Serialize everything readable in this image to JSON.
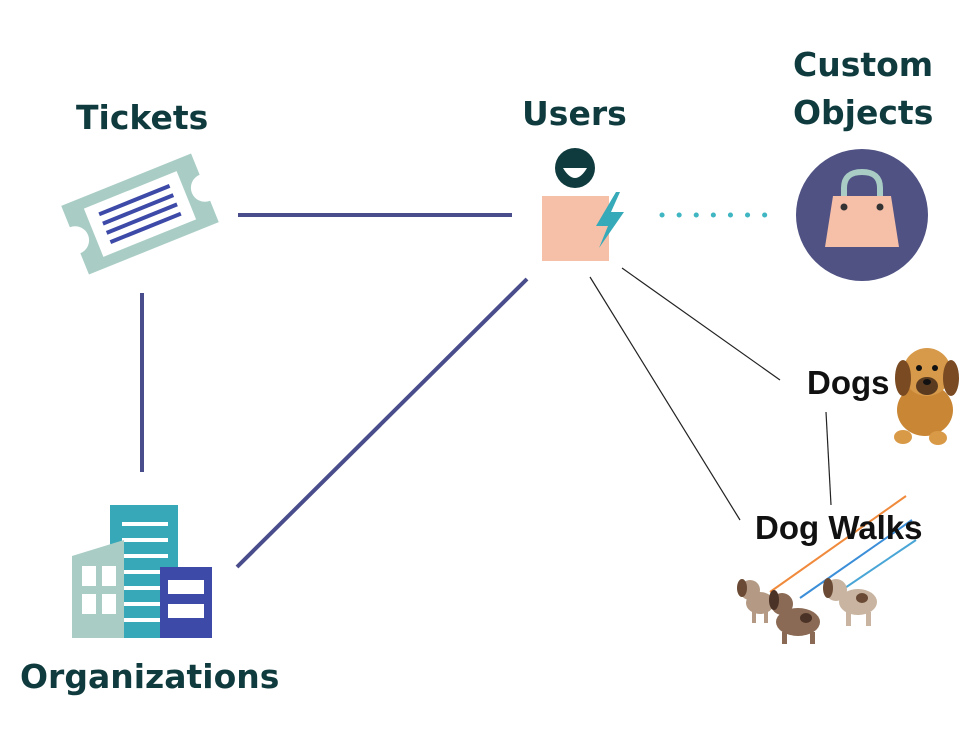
{
  "nodes": {
    "tickets": {
      "label": "Tickets"
    },
    "users": {
      "label": "Users"
    },
    "custom_objects": {
      "label_line1": "Custom",
      "label_line2": "Objects"
    },
    "organizations": {
      "label": "Organizations"
    },
    "dogs": {
      "label": "Dogs"
    },
    "dog_walks": {
      "label": "Dog Walks"
    }
  },
  "colors": {
    "label_text": "#0f3b3e",
    "connector": "#4a4d8c",
    "dotted_link": "#3fb6c2",
    "thin_link": "#222222",
    "user_body": "#f6bfa8",
    "bolt": "#36aab8",
    "ticket": "#a9cdc5",
    "ticket_lines": "#3d4aa8",
    "bag_circle": "#4f5283",
    "bag": "#f6bfa8",
    "building_light": "#a9cdc5",
    "building_teal": "#37a8b7",
    "building_navy": "#3d4aa8"
  },
  "icons": [
    "ticket-icon",
    "user-icon",
    "shopping-bag-icon",
    "building-icon",
    "puppy-icon",
    "walking-dogs-icon"
  ]
}
